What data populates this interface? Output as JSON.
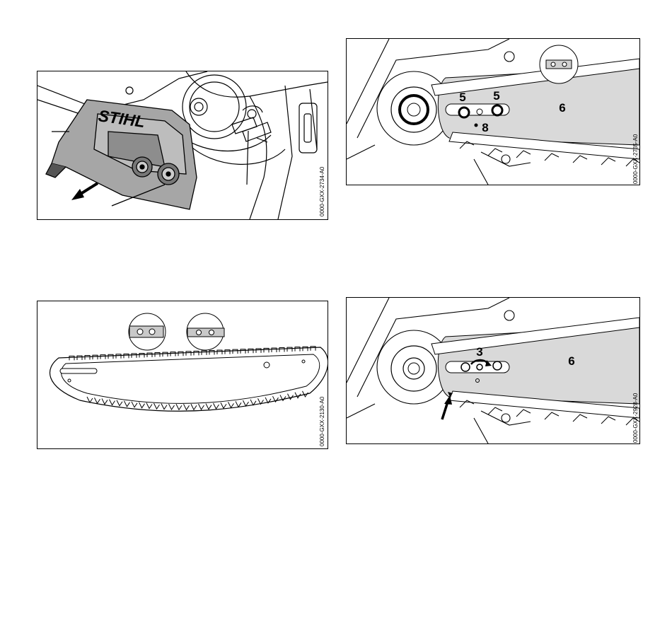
{
  "figures": [
    {
      "id": "fig-cover",
      "code": "0000-GXX-2734-A0",
      "brand": "STIHL",
      "labels": []
    },
    {
      "id": "fig-bar-nuts",
      "code": "0000-GXX-2735-A0",
      "labels": [
        "5",
        "5",
        "6",
        "8"
      ]
    },
    {
      "id": "fig-bar-chain",
      "code": "0000-GXX-2130-A0",
      "labels": []
    },
    {
      "id": "fig-tensioner",
      "code": "0000-GXX-2928-A0",
      "labels": [
        "3",
        "6"
      ]
    }
  ]
}
